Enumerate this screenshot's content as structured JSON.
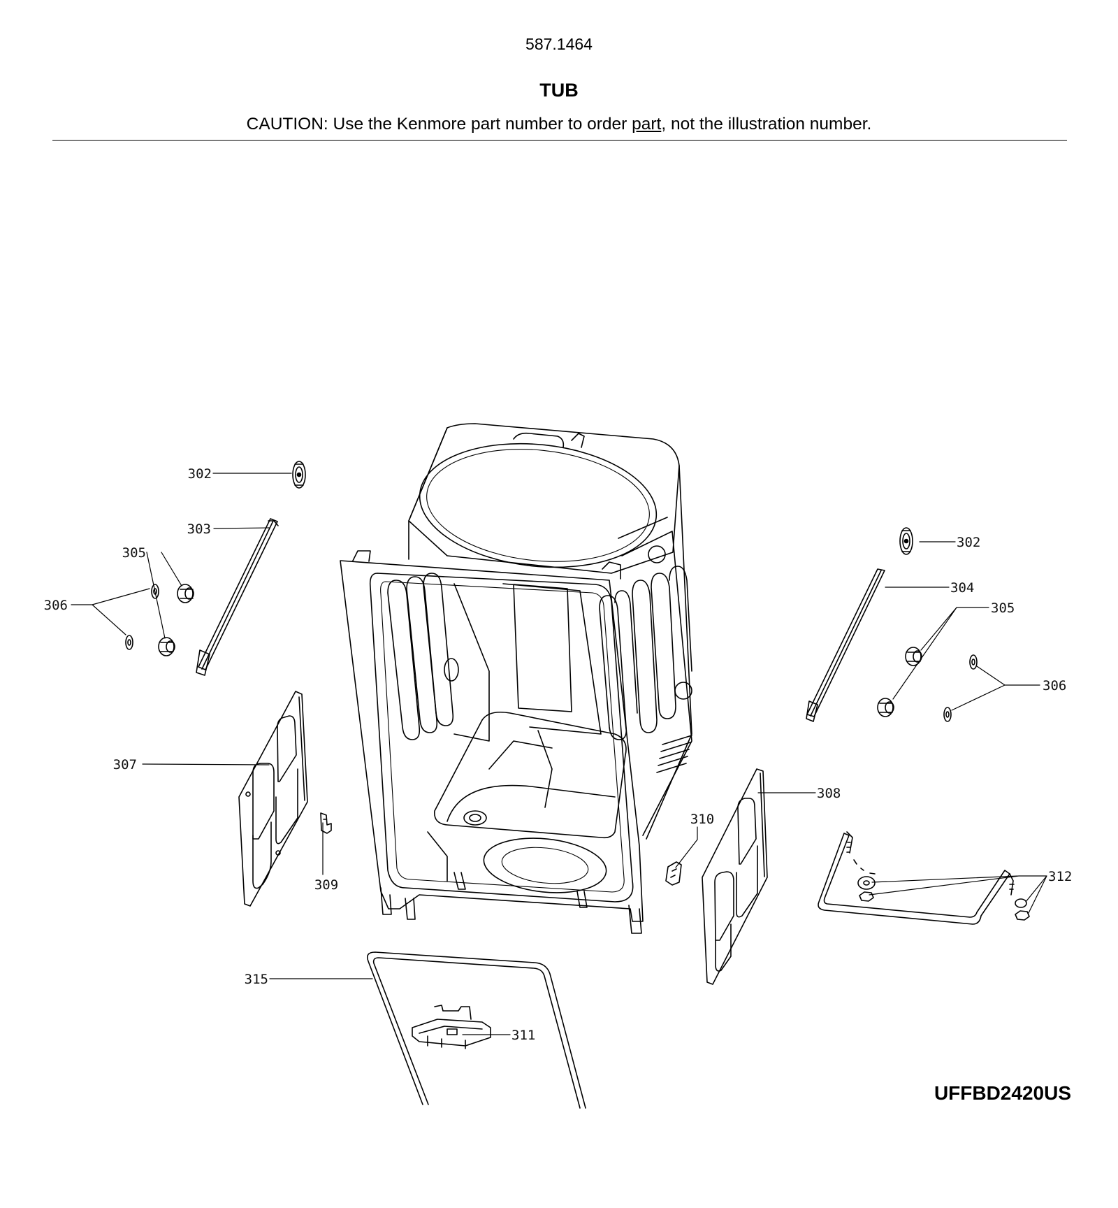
{
  "header": {
    "model_code": "587.1464",
    "section_title": "TUB",
    "caution_before": "CAUTION: Use the Kenmore part number to order ",
    "caution_link": "part",
    "caution_after": ", not the illustration number."
  },
  "footer": {
    "model_number": "UFFBD2420US"
  },
  "callouts": {
    "c302_left": "302",
    "c302_right": "302",
    "c303": "303",
    "c304": "304",
    "c305_left": "305",
    "c305_right": "305",
    "c306_left": "306",
    "c306_right": "306",
    "c307": "307",
    "c308": "308",
    "c309": "309",
    "c310": "310",
    "c311": "311",
    "c312": "312",
    "c315": "315"
  }
}
